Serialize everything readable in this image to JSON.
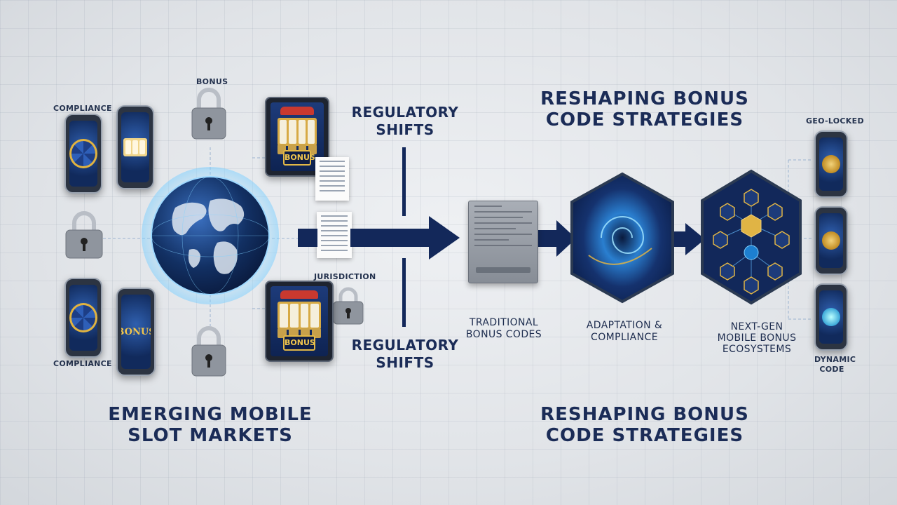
{
  "left": {
    "title_line1": "EMERGING MOBILE",
    "title_line2": "SLOT MARKETS",
    "labels": {
      "compliance_top": "COMPLIANCE",
      "bonus": "BONUS",
      "jurisdiction": "JURISDICTION",
      "compliance_bottom": "COMPLIANCE"
    },
    "phone_texts": {
      "bonus_text": "BONUS"
    },
    "tablet_bonus_top": "BONUS",
    "tablet_bonus_bottom": "BONUS"
  },
  "middle": {
    "reg_top_line1": "REGULATORY",
    "reg_top_line2": "SHIFTS",
    "reg_bottom_line1": "REGULATORY",
    "reg_bottom_line2": "SHIFTS"
  },
  "right": {
    "title_top_line1": "RESHAPING BONUS",
    "title_top_line2": "CODE STRATEGIES",
    "title_bottom_line1": "RESHAPING BONUS",
    "title_bottom_line2": "CODE STRATEGIES",
    "stage1_line1": "TRADITIONAL",
    "stage1_line2": "BONUS CODES",
    "stage2_line1": "ADAPTATION &",
    "stage2_line2": "COMPLIANCE",
    "stage3_line1": "NEXT-GEN",
    "stage3_line2": "MOBILE BONUS",
    "stage3_line3": "ECOSYSTEMS",
    "geo_locked": "GEO-LOCKED",
    "dynamic_line1": "DYNAMIC",
    "dynamic_line2": "CODE"
  },
  "colors": {
    "navy": "#1b2c57",
    "arrow": "#13285a",
    "gold": "#e0b445",
    "glow": "#7fd0ff"
  },
  "icons": [
    "padlock-icon",
    "globe-icon",
    "galaxy-swirl-icon",
    "user-node-icon",
    "document-icon"
  ]
}
